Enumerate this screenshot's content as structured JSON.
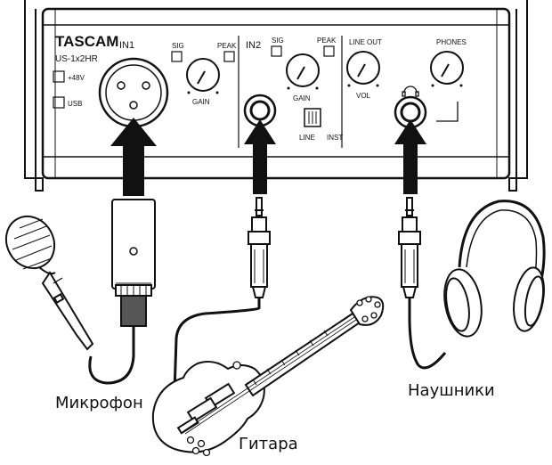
{
  "device": {
    "brand": "TASCAM",
    "model": "US-1x2HR",
    "phantom_label": "+48V",
    "usb_label": "USB"
  },
  "in1": {
    "title": "IN1",
    "sig": "SIG",
    "peak": "PEAK",
    "gain": "GAIN"
  },
  "in2": {
    "title": "IN2",
    "sig": "SIG",
    "peak": "PEAK",
    "gain": "GAIN",
    "switch_line": "LINE",
    "switch_inst": "INST"
  },
  "line_out": {
    "title": "LINE OUT",
    "vol": "VOL"
  },
  "phones": {
    "title": "PHONES",
    "icon": "headphones-icon"
  },
  "connections": {
    "microphone": "Микрофон",
    "guitar": "Гитара",
    "headphones": "Наушники"
  },
  "colors": {
    "line": "#111111",
    "arrow": "#111111",
    "bg": "#ffffff"
  }
}
